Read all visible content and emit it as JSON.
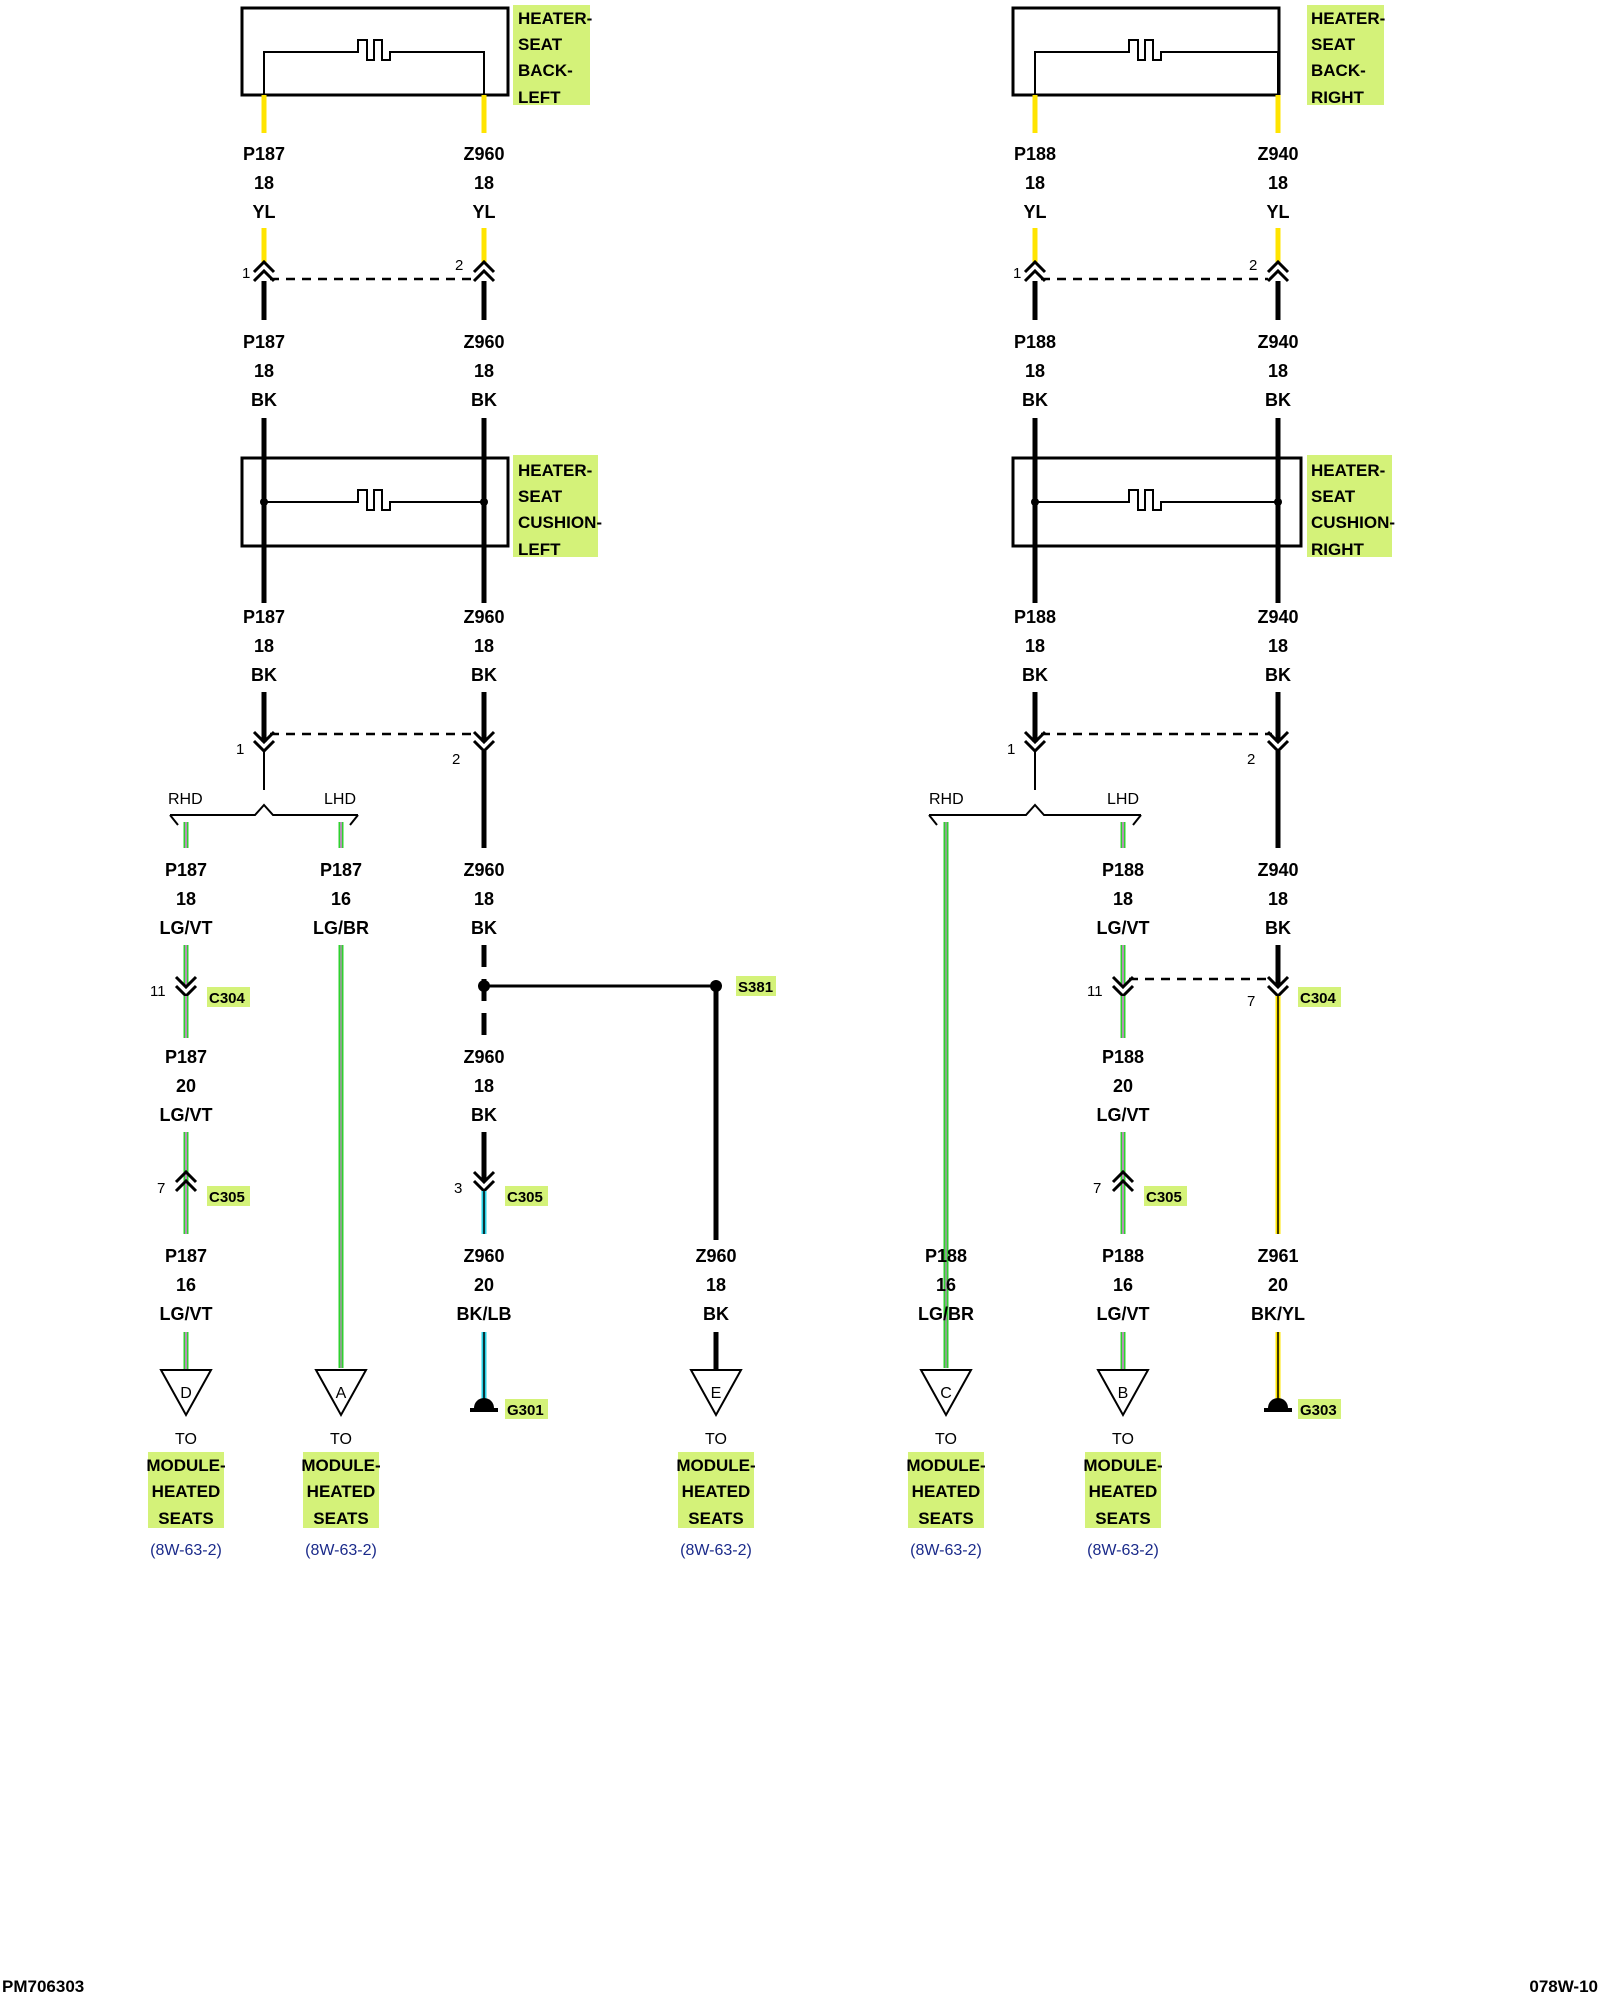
{
  "components": {
    "back_left": [
      "HEATER-",
      "SEAT",
      "BACK-",
      "LEFT"
    ],
    "back_right": [
      "HEATER-",
      "SEAT",
      "BACK-",
      "RIGHT"
    ],
    "cushion_left": [
      "HEATER-",
      "SEAT",
      "CUSHION-",
      "LEFT"
    ],
    "cushion_right": [
      "HEATER-",
      "SEAT",
      "CUSHION-",
      "RIGHT"
    ]
  },
  "wires": {
    "l1a": [
      "P187",
      "18",
      "YL"
    ],
    "l1b": [
      "Z960",
      "18",
      "YL"
    ],
    "r1a": [
      "P188",
      "18",
      "YL"
    ],
    "r1b": [
      "Z940",
      "18",
      "YL"
    ],
    "l2a": [
      "P187",
      "18",
      "BK"
    ],
    "l2b": [
      "Z960",
      "18",
      "BK"
    ],
    "r2a": [
      "P188",
      "18",
      "BK"
    ],
    "r2b": [
      "Z940",
      "18",
      "BK"
    ],
    "l3a": [
      "P187",
      "18",
      "BK"
    ],
    "l3b": [
      "Z960",
      "18",
      "BK"
    ],
    "r3a": [
      "P188",
      "18",
      "BK"
    ],
    "r3b": [
      "Z940",
      "18",
      "BK"
    ],
    "l4a": [
      "P187",
      "18",
      "LG/VT"
    ],
    "l4b": [
      "P187",
      "16",
      "LG/BR"
    ],
    "l4c": [
      "Z960",
      "18",
      "BK"
    ],
    "r4b": [
      "P188",
      "18",
      "LG/VT"
    ],
    "r4c": [
      "Z940",
      "18",
      "BK"
    ],
    "l5a": [
      "P187",
      "20",
      "LG/VT"
    ],
    "l5c": [
      "Z960",
      "18",
      "BK"
    ],
    "r5b": [
      "P188",
      "20",
      "LG/VT"
    ],
    "l6a": [
      "P187",
      "16",
      "LG/VT"
    ],
    "l6c": [
      "Z960",
      "20",
      "BK/LB"
    ],
    "l6e": [
      "Z960",
      "18",
      "BK"
    ],
    "r6a": [
      "P188",
      "16",
      "LG/BR"
    ],
    "r6b": [
      "P188",
      "16",
      "LG/VT"
    ],
    "r6c": [
      "Z961",
      "20",
      "BK/YL"
    ]
  },
  "pins": {
    "p1": "1",
    "p2": "2",
    "p11": "11",
    "p7": "7",
    "p3": "3"
  },
  "connectors": {
    "c304": "C304",
    "c305": "C305",
    "s381": "S381",
    "g301": "G301",
    "g303": "G303"
  },
  "branch": {
    "rhd": "RHD",
    "lhd": "LHD"
  },
  "terminals": {
    "d": "D",
    "a": "A",
    "e": "E",
    "c": "C",
    "b": "B",
    "to": "TO",
    "module": [
      "MODULE-",
      "HEATED",
      "SEATS"
    ],
    "ref": "(8W-63-2)"
  },
  "footer": {
    "left": "PM706303",
    "right": "078W-10"
  },
  "colors": {
    "yellow": "#ffe400",
    "green": "#2fd12f",
    "violet": "#e07ae0",
    "lightblue": "#29d2e6",
    "highlight": "#d4f279"
  }
}
